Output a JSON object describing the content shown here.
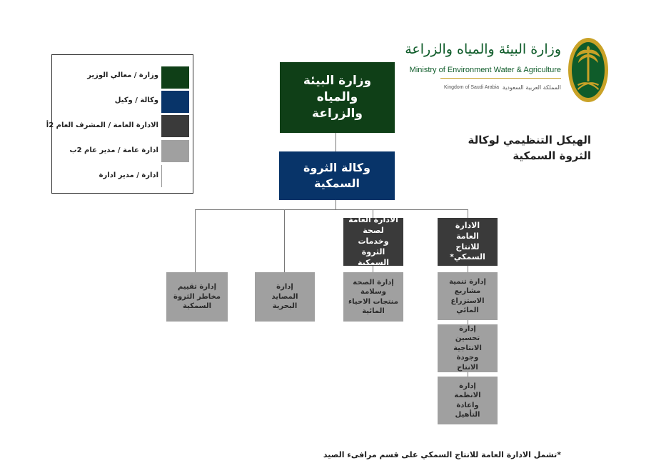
{
  "header": {
    "ministry_ar": "وزارة البيئة والمياه والزراعة",
    "ministry_en": "Ministry of Environment Water & Agriculture",
    "kingdom_en": "Kingdom of Saudi Arabia",
    "kingdom_ar": "المملكة العربية السعودية",
    "chart_title_line1": "الهيكل التنظيمي لوكالة",
    "chart_title_line2": "الثروة السمكية"
  },
  "legend": {
    "items": [
      {
        "label": "وزارة / معالي الوزير",
        "color": "#0f3f17"
      },
      {
        "label": "وكالة / وكيل",
        "color": "#083469"
      },
      {
        "label": "الادارة العامة / المشرف العام 2أ",
        "color": "#3a3a3a"
      },
      {
        "label": "ادارة عامة / مدير عام 2ب",
        "color": "#a0a0a0"
      },
      {
        "label": "ادارة / مدير ادارة",
        "color": "#ffffff"
      }
    ]
  },
  "org": {
    "ministry": "وزارة البيئة والمياه والزراعة",
    "agency": "وكالة الثروة السمكية",
    "gen_production": "الادارة العامة للانتاج السمكي*",
    "gen_health": "الادارة العامة لصحة وخدمات الثروة السمكية",
    "dir_aquaculture": "إدارة تنمية مشاريع الاستزراع المائي",
    "dir_productivity": "إدارة تحسين الانتاجية وجودة الانتاج",
    "dir_regulations": "إدارة الانظمة واعادة التأهيل",
    "dir_safety": "إدارة الصحة وسلامة منتجات الاحياء المائية",
    "dir_marine": "إدارة المصايد البحرية",
    "dir_risk": "إدارة تقييم مخاطر الثروة السمكية"
  },
  "footnote": "*تشمل الادارة العامة للانتاج السمكي على قسم مرافىء الصيد",
  "colors": {
    "ministry": "#0f3f17",
    "agency": "#083469",
    "general": "#3a3a3a",
    "directorate": "#a0a0a0",
    "logo_gold": "#c9a227",
    "logo_green": "#0f5c2a"
  },
  "icons": {
    "logo": "palm-swords-emblem"
  }
}
